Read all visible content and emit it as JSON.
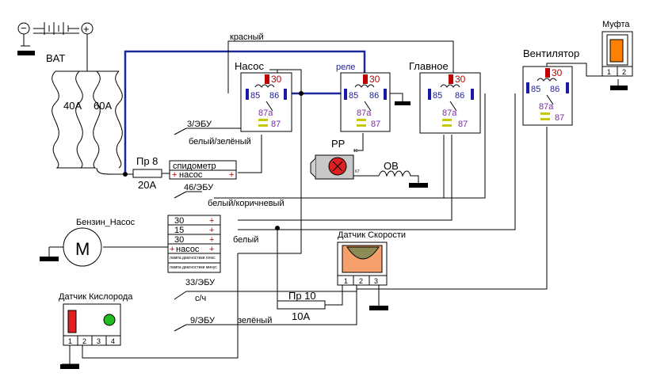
{
  "battery": {
    "label": "BAT",
    "minus": "−",
    "plus": "+"
  },
  "fuses": {
    "f40": "40A",
    "f60": "60A",
    "pr8_name": "Пр 8",
    "pr8_rating": "20A",
    "pr10_name": "Пр 10",
    "pr10_rating": "10A"
  },
  "relays": {
    "pump": {
      "title": "Насос",
      "p30": "30",
      "p85": "85",
      "p86": "86",
      "p87a": "87a",
      "p87": "87"
    },
    "rele": {
      "title": "реле",
      "p30": "30",
      "p85": "85",
      "p86": "86",
      "p87a": "87a",
      "p87": "87"
    },
    "main": {
      "title": "Главное",
      "p30": "30",
      "p85": "85",
      "p86": "86",
      "p87a": "87a",
      "p87": "87"
    },
    "fan": {
      "title": "Вентилятор",
      "p30": "30",
      "p85": "85",
      "p86": "86",
      "p87a": "87a",
      "p87": "87"
    }
  },
  "clutch": {
    "title": "Муфта",
    "pin1": "1",
    "pin2": "2"
  },
  "wires": {
    "red": "красный",
    "ecu3": "3/ЭБУ",
    "white_green": "белый/зелёный",
    "ecu46": "46/ЭБУ",
    "white_brown": "белый/коричневый",
    "white": "белый",
    "ecu33": "33/ЭБУ",
    "sch": "с/ч",
    "ecu9": "9/ЭБУ",
    "green": "зелёный"
  },
  "regulator": {
    "label": "РР",
    "pin15": "15",
    "pin67": "67"
  },
  "ov": "ОВ",
  "speedo_block": {
    "row1": "спидометр",
    "row2": "насос"
  },
  "fuel_pump": {
    "title": "Бензин_Насос",
    "symbol": "М"
  },
  "connector": {
    "rows": [
      "30",
      "15",
      "30",
      "насос"
    ],
    "diag1": "лампа диагностики плюс",
    "diag2": "лампа диагностики минус"
  },
  "speed_sensor": {
    "title": "Датчик Скорости",
    "pins": [
      "1",
      "2",
      "3"
    ]
  },
  "oxygen_sensor": {
    "title": "Датчик Кислорода",
    "pins": [
      "1",
      "2",
      "3",
      "4"
    ]
  },
  "colors": {
    "blue_wire": "#1a2a9a",
    "relay_30": "#c00000",
    "relay_85_86": "#1a1aa8",
    "relay_87": "#7a2aa0",
    "clutch": "#ff8000",
    "o2_red": "#e02020",
    "o2_green": "#22bb22",
    "sensor_body": "#f5a06a",
    "sensor_dome": "#8c8a55"
  }
}
